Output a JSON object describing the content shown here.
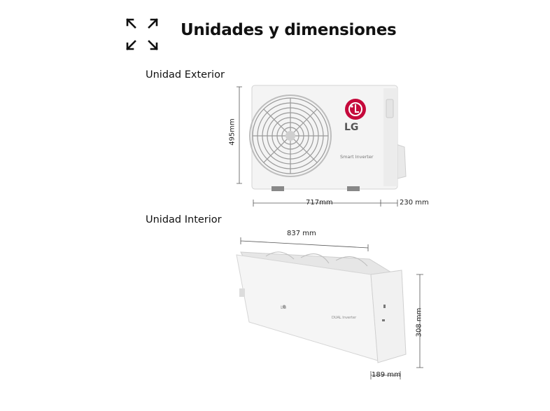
{
  "header": {
    "title": "Unidades y dimensiones",
    "icon": "expand-arrows-icon"
  },
  "outdoor_unit": {
    "label": "Unidad Exterior",
    "brand": "LG",
    "model_text": "Smart Inverter",
    "height": "495mm",
    "width": "717mm",
    "depth": "230 mm",
    "colors": {
      "logo_red": "#c5093b",
      "body": "#f4f4f4"
    }
  },
  "indoor_unit": {
    "label": "Unidad Interior",
    "brand": "LG",
    "model_text": "DUAL Inverter",
    "width": "837 mm",
    "height": "308 mm",
    "depth": "189 mm"
  }
}
